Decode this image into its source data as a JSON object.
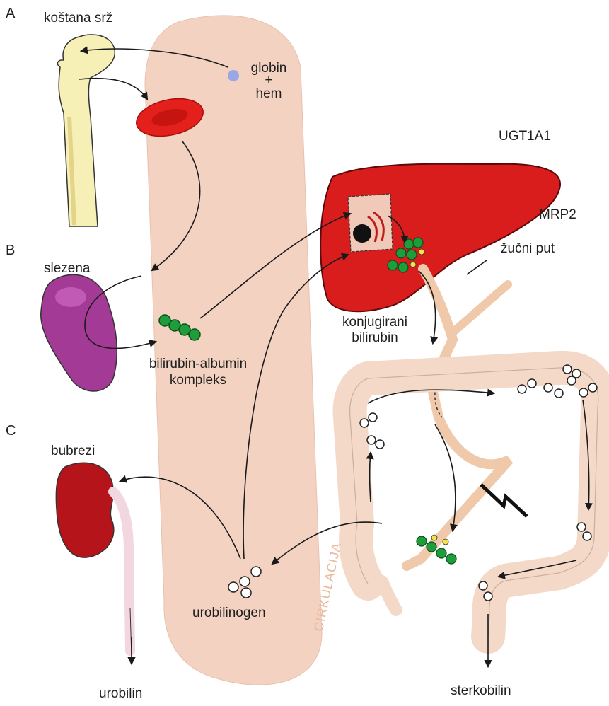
{
  "sections": [
    "A",
    "B",
    "C"
  ],
  "labels": {
    "bone_marrow": "koštana srž",
    "globin": "globin",
    "plus": "+",
    "heme": "hem",
    "enzyme": "UGT1A1",
    "transporter": "MRP2",
    "bile_duct": "žučni put",
    "spleen": "slezena",
    "conjugated_1": "konjugirani",
    "conjugated_2": "bilirubin",
    "complex_1": "bilirubin-albumin",
    "complex_2": "kompleks",
    "kidneys": "bubrezi",
    "circulation": "CIRKULACIJA",
    "urobilinogen": "urobilinogen",
    "urobilin": "urobilin",
    "stercobilin": "sterkobilin"
  },
  "colors": {
    "circulation": "#f3d2c2",
    "bone": "#f6efb6",
    "rbc": "#e3201b",
    "liver": "#d91c1c",
    "spleen": "#a23a96",
    "kidney": "#b5141a",
    "bilirubin_green": "#1e9e3a",
    "intestine": "#f4d9c8"
  }
}
